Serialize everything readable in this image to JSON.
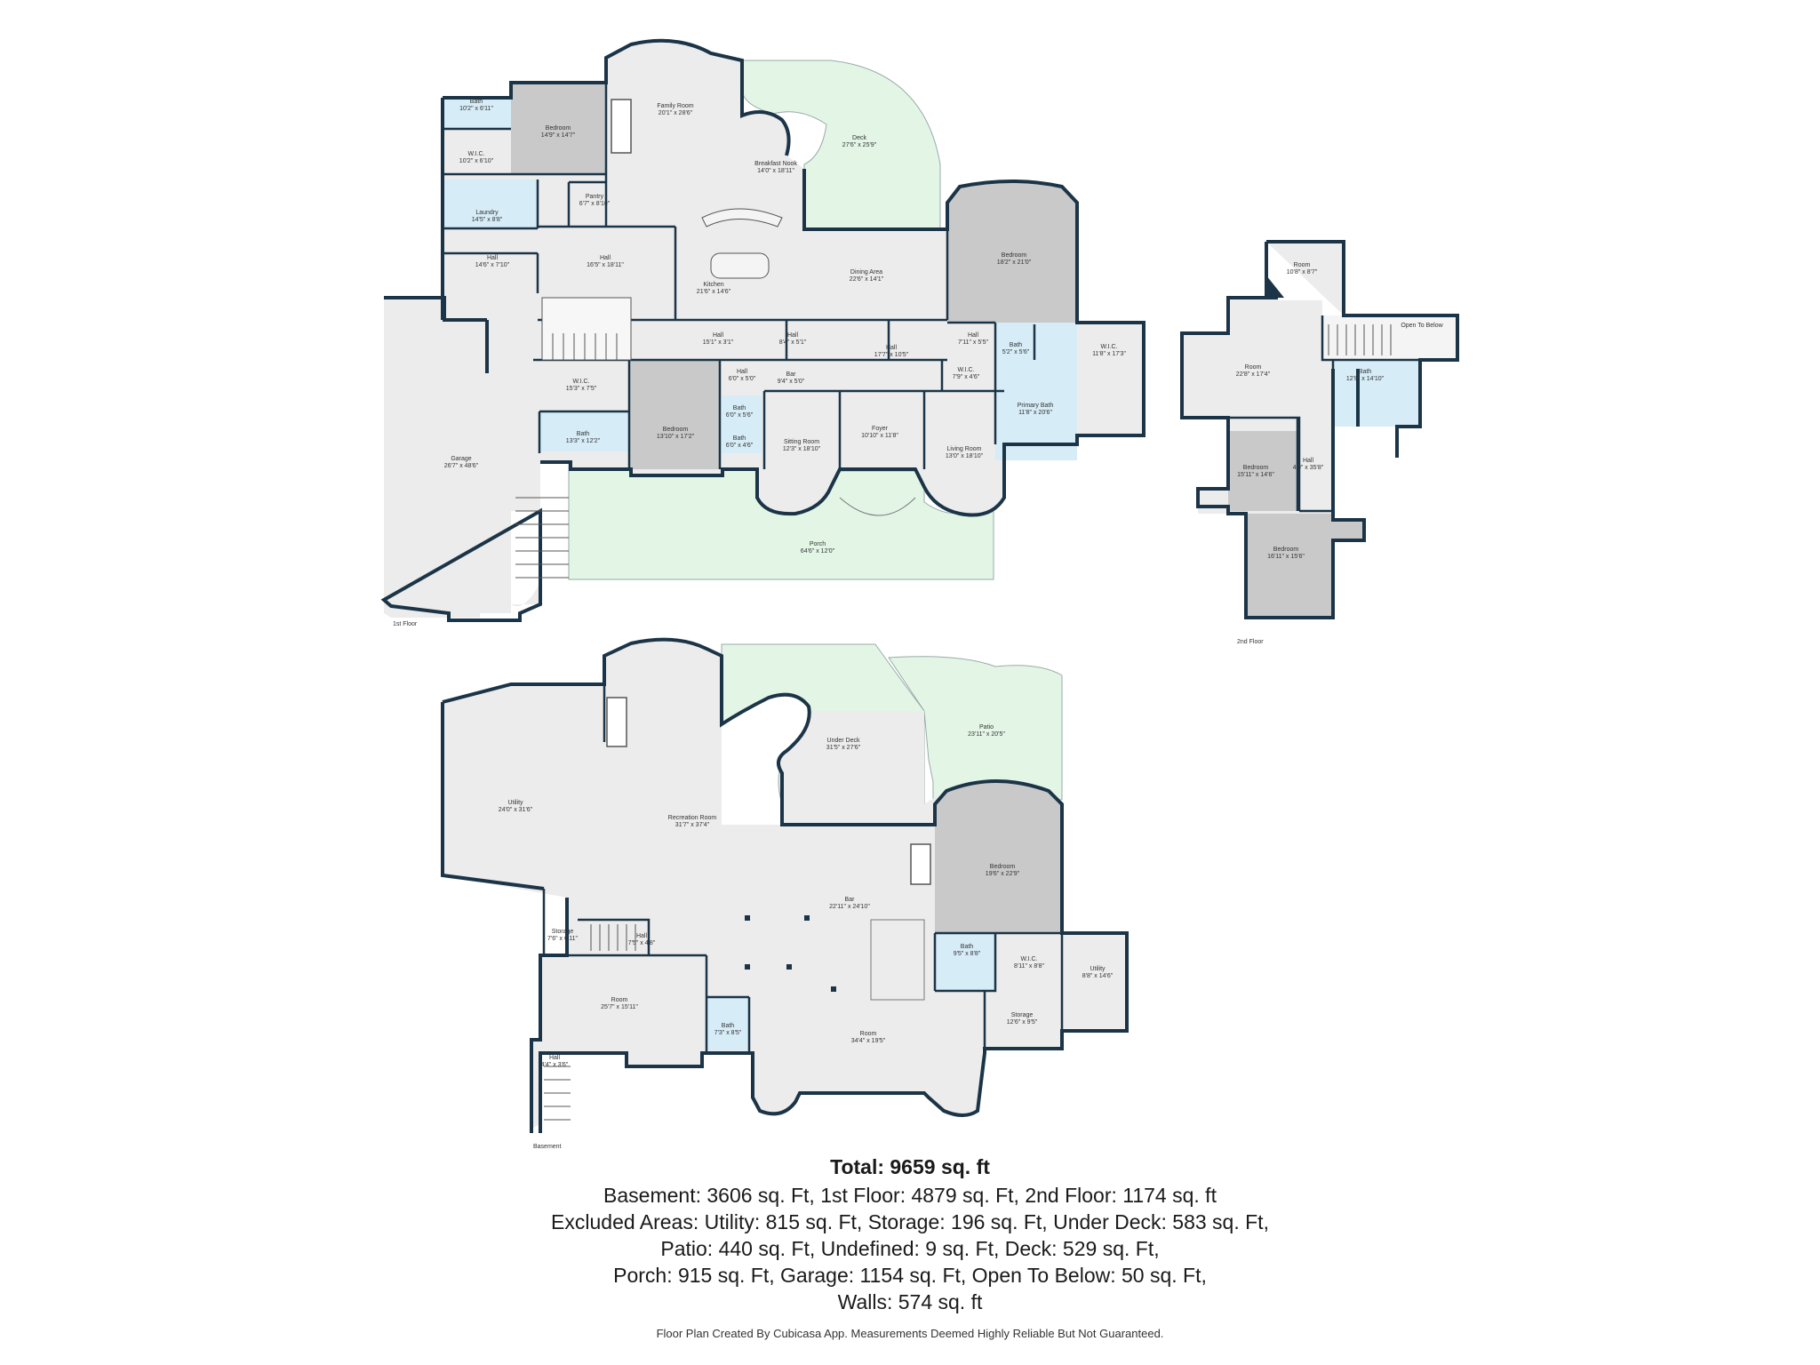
{
  "colors": {
    "wall": "#1b3447",
    "floor": "#ececec",
    "bedroom": "#c9c9c9",
    "bath": "#d6ecf7",
    "outdoor": "#e3f6e6"
  },
  "floors": {
    "first": "1st Floor",
    "second": "2nd Floor",
    "basement": "Basement"
  },
  "rooms_first": [
    {
      "name": "Bath",
      "dim": "10'2\" x 6'11\""
    },
    {
      "name": "Bedroom",
      "dim": "14'9\" x 14'7\""
    },
    {
      "name": "W.I.C.",
      "dim": "10'2\" x 6'10\""
    },
    {
      "name": "Family Room",
      "dim": "20'1\" x 28'6\""
    },
    {
      "name": "Deck",
      "dim": "27'6\" x 25'9\""
    },
    {
      "name": "Breakfast Nook",
      "dim": "14'0\" x 18'11\""
    },
    {
      "name": "Laundry",
      "dim": "14'5\" x 8'8\""
    },
    {
      "name": "Pantry",
      "dim": "6'7\" x 8'10\""
    },
    {
      "name": "Hall",
      "dim": "14'6\" x 7'10\""
    },
    {
      "name": "Hall",
      "dim": "16'5\" x 18'11\""
    },
    {
      "name": "Kitchen",
      "dim": "21'6\" x 14'6\""
    },
    {
      "name": "Dining Area",
      "dim": "22'6\" x 14'1\""
    },
    {
      "name": "Bedroom",
      "dim": "18'2\" x 21'0\""
    },
    {
      "name": "Hall",
      "dim": "15'1\" x 3'1\""
    },
    {
      "name": "Hall",
      "dim": "8'4\" x 5'1\""
    },
    {
      "name": "Hall",
      "dim": "17'7\" x 10'5\""
    },
    {
      "name": "Hall",
      "dim": "7'11\" x 5'5\""
    },
    {
      "name": "Bath",
      "dim": "5'2\" x 5'6\""
    },
    {
      "name": "W.I.C.",
      "dim": "11'8\" x 17'3\""
    },
    {
      "name": "W.I.C.",
      "dim": "15'3\" x 7'5\""
    },
    {
      "name": "Hall",
      "dim": "6'0\" x 5'0\""
    },
    {
      "name": "Bar",
      "dim": "9'4\" x 5'0\""
    },
    {
      "name": "W.I.C.",
      "dim": "7'9\" x 4'6\""
    },
    {
      "name": "Bath",
      "dim": "13'3\" x 12'2\""
    },
    {
      "name": "Bedroom",
      "dim": "13'10\" x 17'2\""
    },
    {
      "name": "Bath",
      "dim": "6'0\" x 5'6\""
    },
    {
      "name": "Bath",
      "dim": "6'0\" x 4'6\""
    },
    {
      "name": "Sitting Room",
      "dim": "12'3\" x 18'10\""
    },
    {
      "name": "Foyer",
      "dim": "10'10\" x 11'8\""
    },
    {
      "name": "Living Room",
      "dim": "13'0\" x 18'10\""
    },
    {
      "name": "Primary Bath",
      "dim": "11'8\" x 20'6\""
    },
    {
      "name": "Garage",
      "dim": "26'7\" x 48'6\""
    },
    {
      "name": "Porch",
      "dim": "64'6\" x 12'0\""
    }
  ],
  "rooms_second": [
    {
      "name": "Room",
      "dim": "10'8\" x 8'7\""
    },
    {
      "name": "Open To Below",
      "dim": ""
    },
    {
      "name": "Room",
      "dim": "22'8\" x 17'4\""
    },
    {
      "name": "Bath",
      "dim": "12'8\" x 14'10\""
    },
    {
      "name": "Hall",
      "dim": "4'0\" x 35'8\""
    },
    {
      "name": "Bedroom",
      "dim": "15'11\" x 14'6\""
    },
    {
      "name": "Bedroom",
      "dim": "16'11\" x 15'6\""
    }
  ],
  "rooms_basement": [
    {
      "name": "Under Deck",
      "dim": "31'5\" x 27'6\""
    },
    {
      "name": "Patio",
      "dim": "23'11\" x 20'5\""
    },
    {
      "name": "Utility",
      "dim": "24'0\" x 31'6\""
    },
    {
      "name": "Recreation Room",
      "dim": "31'7\" x 37'4\""
    },
    {
      "name": "Bedroom",
      "dim": "19'6\" x 22'9\""
    },
    {
      "name": "Bar",
      "dim": "22'11\" x 24'10\""
    },
    {
      "name": "Storage",
      "dim": "7'6\" x 6'11\""
    },
    {
      "name": "Hall",
      "dim": "7'5\" x 4'8\""
    },
    {
      "name": "Bath",
      "dim": "9'5\" x 8'8\""
    },
    {
      "name": "W.I.C.",
      "dim": "8'11\" x 8'8\""
    },
    {
      "name": "Utility",
      "dim": "8'8\" x 14'6\""
    },
    {
      "name": "Room",
      "dim": "25'7\" x 15'11\""
    },
    {
      "name": "Bath",
      "dim": "7'3\" x 8'5\""
    },
    {
      "name": "Storage",
      "dim": "12'6\" x 9'5\""
    },
    {
      "name": "Room",
      "dim": "34'4\" x 19'5\""
    },
    {
      "name": "Hall",
      "dim": "4'4\" x 3'6\""
    }
  ],
  "summary": {
    "total": "Total: 9659 sq. ft",
    "lines": [
      "Basement: 3606 sq. Ft, 1st Floor: 4879 sq. Ft, 2nd Floor: 1174 sq. ft",
      "Excluded Areas: Utility: 815 sq. Ft, Storage: 196 sq. Ft, Under Deck: 583 sq. Ft,",
      "Patio: 440 sq. Ft, Undefined: 9 sq. Ft, Deck: 529 sq. Ft,",
      "Porch: 915 sq. Ft, Garage: 1154 sq. Ft, Open To Below: 50 sq. Ft,",
      "Walls: 574 sq. ft"
    ],
    "footer": "Floor Plan Created By Cubicasa App. Measurements Deemed Highly Reliable But Not Guaranteed."
  }
}
